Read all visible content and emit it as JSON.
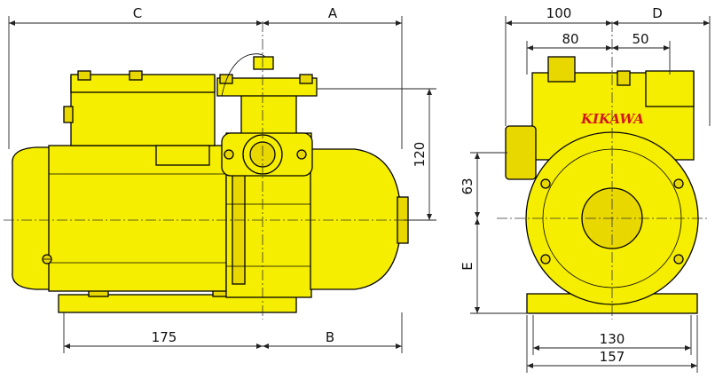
{
  "labels": {
    "dim_c": "C",
    "dim_a": "A",
    "dim_120": "120",
    "dim_175": "175",
    "dim_b": "B",
    "dim_100": "100",
    "dim_d": "D",
    "dim_80": "80",
    "dim_50": "50",
    "dim_63": "63",
    "dim_e": "E",
    "dim_130": "130",
    "dim_157": "157",
    "brand": "KIKAWA"
  },
  "colors": {
    "body": "#f6ee00",
    "shade": "#e9d800",
    "outline": "#000000",
    "brand": "#d3191c"
  }
}
